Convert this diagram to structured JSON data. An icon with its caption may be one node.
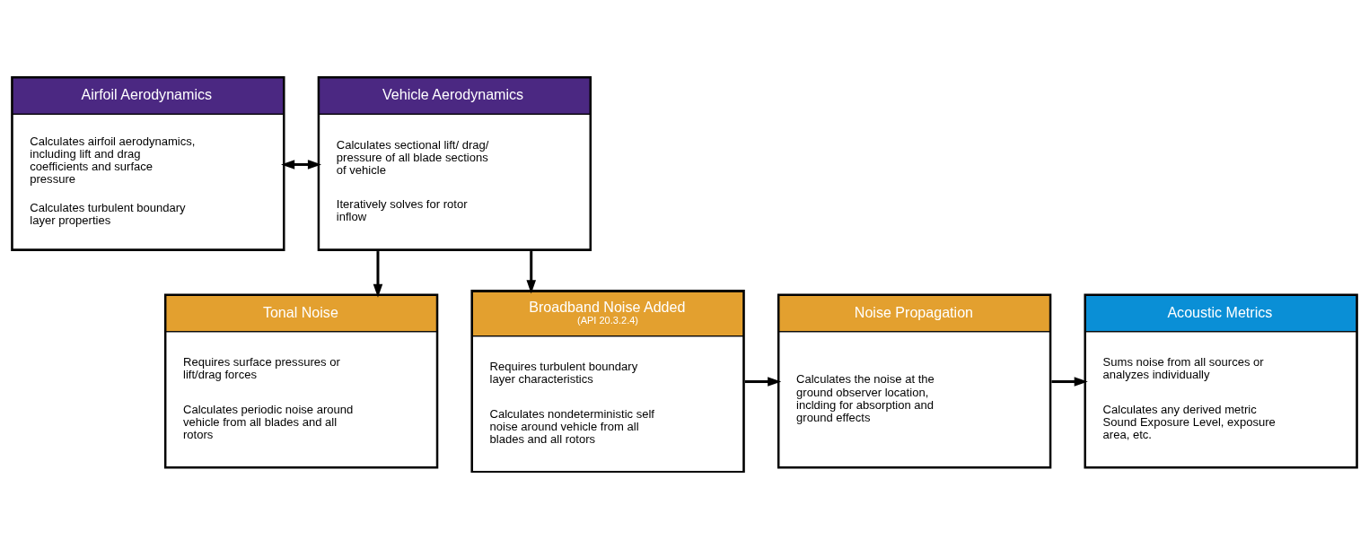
{
  "diagram": {
    "nodes": [
      {
        "text": [
          "Airfoil Aerodynamics",
          "Calculates airfoil aerodynamics, including lift and drag coefficients and surface pressure",
          "Calculates turbulent boundary layer properties"
        ]
      },
      {
        "text": [
          "Vehicle Aerodynamics",
          "Calculates sectional lift/ drag/ pressure of all blade sections of vehicle",
          "Iteratively solves for rotor inflow"
        ]
      },
      {
        "text": [
          "Tonal Noise",
          "Requires surface pressures or lift/drag forces",
          "Calculates periodic noise around vehicle from all blades and all rotors"
        ]
      },
      {
        "text": [
          "Broadband Noise Added",
          "(API 20.3.2.4)",
          "Requires turbulent boundary layer characteristics",
          "Calculates nondeterministic self noise around vehicle from all blades and all rotors"
        ]
      },
      {
        "text": [
          "Noise Propagation",
          "Calculates the noise at the ground observer location, inclding for absorption and ground effects"
        ]
      },
      {
        "text": [
          "Acoustic Metrics",
          "Sums noise from all sources or analyzes individually",
          "Calculates any derived metric Sound Exposure Level, exposure area, etc."
        ]
      }
    ],
    "edges": [
      {
        "from": 0,
        "to": 1,
        "arrow": "both"
      },
      {
        "from": 1,
        "to": 2,
        "arrow": "to"
      },
      {
        "from": 1,
        "to": 3,
        "arrow": "to"
      },
      {
        "from": 3,
        "to": 4,
        "arrow": "to"
      },
      {
        "from": 4,
        "to": 5,
        "arrow": "to"
      }
    ]
  }
}
